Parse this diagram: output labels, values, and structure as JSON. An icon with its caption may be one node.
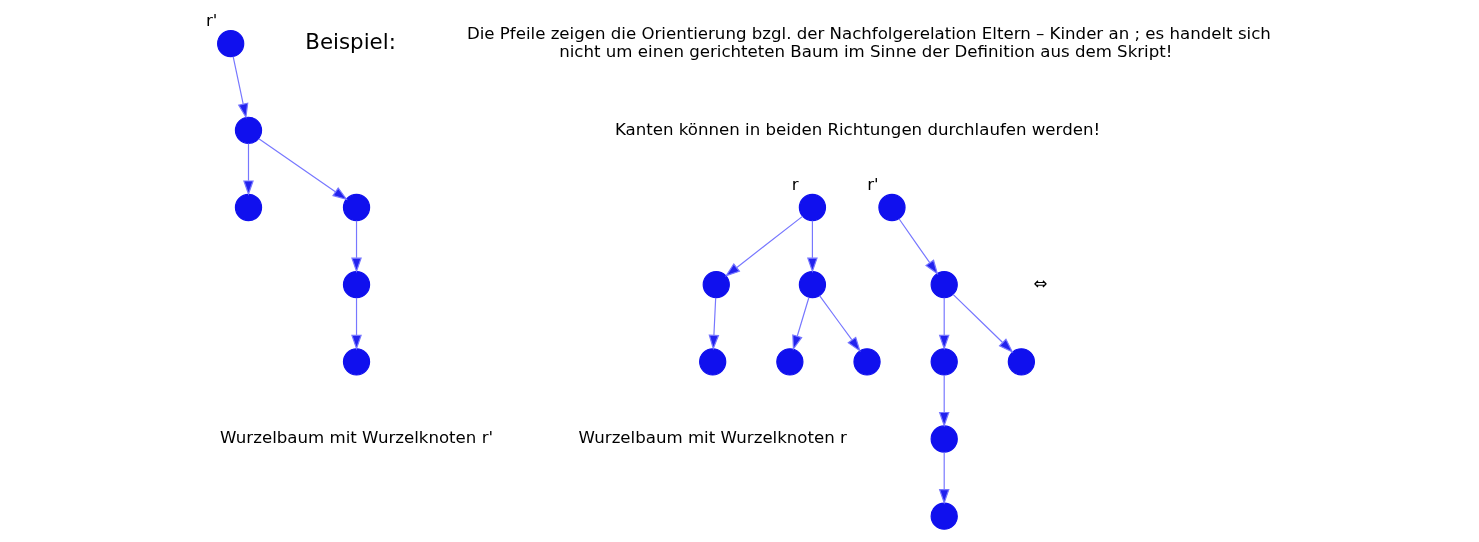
{
  "diagram": {
    "nodes": [
      {
        "text": [],
        "shape": "circle",
        "beside": [
          "r"
        ]
      },
      {
        "text": [],
        "shape": "circle"
      },
      {
        "text": [],
        "shape": "circle"
      },
      {
        "text": [],
        "shape": "circle"
      },
      {
        "text": [],
        "shape": "circle"
      },
      {
        "text": [],
        "shape": "circle"
      },
      {
        "text": [],
        "shape": "circle"
      },
      {
        "text": [],
        "shape": "circle"
      },
      {
        "text": [],
        "shape": "circle"
      },
      {
        "text": [],
        "shape": "circle"
      },
      {
        "text": [],
        "shape": "circle"
      },
      {
        "text": [],
        "shape": "circle",
        "beside": [
          "r'"
        ]
      },
      {
        "text": [],
        "shape": "circle",
        "beside": [
          "r'"
        ]
      },
      {
        "text": [],
        "shape": "circle"
      },
      {
        "text": [],
        "shape": "circle"
      },
      {
        "text": [],
        "shape": "circle"
      },
      {
        "text": [],
        "shape": "circle"
      },
      {
        "text": [],
        "shape": "circle"
      }
    ],
    "edges": [
      {
        "from": 0,
        "to": 1,
        "arrow": "to"
      },
      {
        "from": 0,
        "to": 2,
        "arrow": "to"
      },
      {
        "from": 1,
        "to": 3,
        "arrow": "to"
      },
      {
        "from": 2,
        "to": 4,
        "arrow": "to"
      },
      {
        "from": 2,
        "to": 5,
        "arrow": "to"
      },
      {
        "from": 8,
        "to": 6,
        "arrow": "to"
      },
      {
        "from": 6,
        "to": 7,
        "arrow": "to"
      },
      {
        "from": 7,
        "to": 9,
        "arrow": "to"
      },
      {
        "from": 8,
        "to": 10,
        "arrow": "to"
      },
      {
        "from": 11,
        "to": 8,
        "arrow": "to"
      },
      {
        "from": 12,
        "to": 13,
        "arrow": "to"
      },
      {
        "from": 13,
        "to": 14,
        "arrow": "to"
      },
      {
        "from": 13,
        "to": 15,
        "arrow": "to"
      },
      {
        "from": 14,
        "to": 16,
        "arrow": "to"
      },
      {
        "from": 16,
        "to": 17,
        "arrow": "to"
      }
    ],
    "labels": [
      "Beispiel:",
      "Die Pfeile zeigen die Orientierung bzgl. der Nachfolgerelation Eltern – Kinder an ; es handelt sich nicht um einen gerichteten Baum im Sinne der Definition aus dem Skript!",
      "Kanten können in beiden Richtungen durchlaufen werden!",
      "Wurzelbaum mit Wurzelknoten r",
      "Wurzelbaum mit Wurzelknoten r'",
      "⇔"
    ]
  }
}
